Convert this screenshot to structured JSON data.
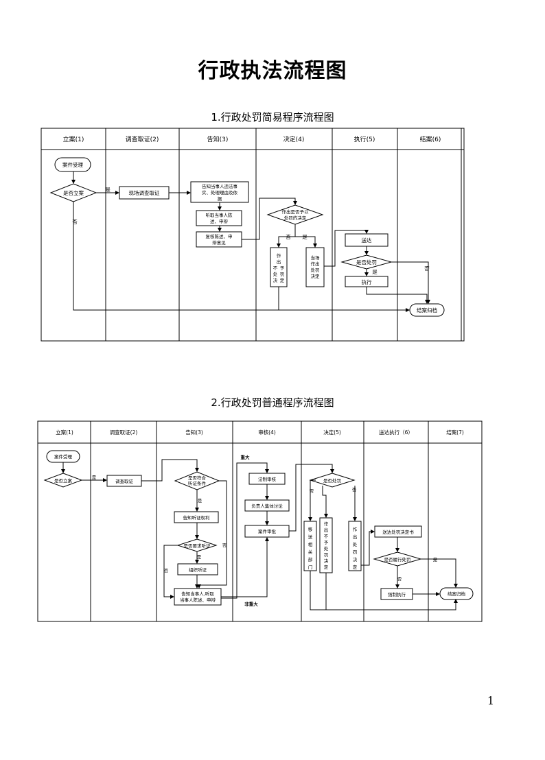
{
  "title": "行政执法流程图",
  "page_number": "1",
  "simple": {
    "title": "1.行政处罚简易程序流程图",
    "columns": [
      "立案(1)",
      "调查取证(2)",
      "告知(3)",
      "决定(4)",
      "执行(5)",
      "结案(6)"
    ],
    "n_accept": "案件受理",
    "n_file": "是否立案",
    "n_onsite": "现场调查取证",
    "n_inform": [
      "告知当事人违法事",
      "实、处理理由及依",
      "据"
    ],
    "n_listen": [
      "听取当事人陈",
      "述、申辩"
    ],
    "n_review": [
      "复核陈述、申",
      "辩意见"
    ],
    "n_decide": [
      "作出是否予以",
      "处罚的决定"
    ],
    "n_nopunish": [
      "作",
      "出",
      "不",
      "予",
      "处",
      "罚",
      "决",
      "定"
    ],
    "n_onsite_decide": [
      "当场",
      "作出",
      "处罚",
      "决定"
    ],
    "n_deliver": "送达",
    "n_ispunish": "是否处罚",
    "n_execute": "执行",
    "n_close": "结案归档",
    "yes": "是",
    "no": "否"
  },
  "normal": {
    "title": "2.行政处罚普通程序流程图",
    "columns": [
      "立案(1)",
      "调查取证(2)",
      "告知(3)",
      "审核(4)",
      "决定(5)",
      "送达执行（6）",
      "结案(7)"
    ],
    "n_accept": "案件受理",
    "n_file": "是否立案",
    "n_investigate": "调查取证",
    "n_hearing_cond": [
      "是否符合",
      "听证条件"
    ],
    "n_hearing_right": "告知听证权利",
    "n_request": "是否要求听证",
    "n_hold": "组织听证",
    "n_inform": [
      "告知当事人,听取",
      "当事人陈述、申辩"
    ],
    "n_legal": "法制审核",
    "n_collective": "负责人集体讨论",
    "n_approve": "案件审批",
    "major": "重大",
    "nonmajor": "非重大",
    "n_ispunish": "是否处罚",
    "n_transfer": [
      "移",
      "送",
      "相",
      "关",
      "部",
      "门"
    ],
    "n_nopunish": [
      "作",
      "出",
      "不",
      "予",
      "处",
      "罚",
      "决",
      "定"
    ],
    "n_punish": [
      "作",
      "出",
      "处",
      "罚",
      "决",
      "定"
    ],
    "n_deliver": "送达处罚决定书",
    "n_comply": "是否履行处罚",
    "n_enforce": "强制执行",
    "n_close": "结案归档",
    "yes": "是",
    "no": "否"
  }
}
